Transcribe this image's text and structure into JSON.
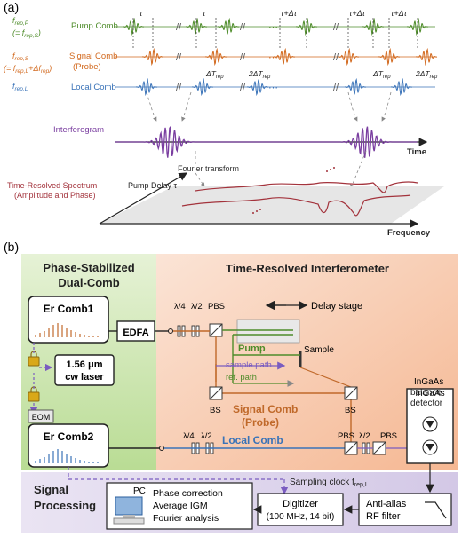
{
  "panel_a": {
    "label": "(a)",
    "frep_p": "f",
    "frep_p_sub": "rep,P",
    "frep_p_eq": "(= f",
    "frep_p_eq_sub": "rep,S",
    "frep_p_eq_end": ")",
    "frep_s": "f",
    "frep_s_sub": "rep,S",
    "frep_s_eq": "(= f",
    "frep_s_eq_sub": "rep,L",
    "frep_s_eq_end": "+Δf",
    "frep_s_eq_sub2": "rep",
    "frep_s_eq_close": ")",
    "frep_l": "f",
    "frep_l_sub": "rep,L",
    "pump_comb": "Pump Comb",
    "signal_comb": "Signal Comb",
    "probe": "(Probe)",
    "local_comb": "Local Comb",
    "interferogram": "Interferogram",
    "time": "Time",
    "fourier": "Fourier transform",
    "trs_line1": "Time-Resolved Spectrum",
    "trs_line2": "(Amplitude and Phase)",
    "pump_delay": "Pump Delay τ",
    "frequency": "Frequency",
    "tau": "τ",
    "tau_plus": "τ+Δτ",
    "dots": "⋯",
    "dtrep": "ΔT",
    "dtrep_sub": "rep",
    "two_dtrep": "2ΔT",
    "two_dtrep_sub": "rep"
  },
  "panel_b": {
    "label": "(b)",
    "phase_stab_1": "Phase-Stabilized",
    "phase_stab_2": "Dual-Comb",
    "tri_title": "Time-Resolved Interferometer",
    "er_comb1": "Er Comb1",
    "er_comb2": "Er Comb2",
    "edfa": "EDFA",
    "cw_1": "1.56 μm",
    "cw_2": "cw laser",
    "eom": "EOM",
    "lambda4": "λ/4",
    "lambda2": "λ/2",
    "pbs": "PBS",
    "delay_stage": "Delay stage",
    "pump": "Pump",
    "sample": "Sample",
    "sample_path": "sample path",
    "ref_path": "ref. path",
    "bs": "BS",
    "signal_comb": "Signal Comb",
    "probe": "(Probe)",
    "local_comb": "Local Comb",
    "ingaas_1": "InGaAs",
    "ingaas_2": "balance",
    "ingaas_3": "detector",
    "sampling_clock": "Sampling clock f",
    "sampling_clock_sub": "rep,L",
    "signal_processing_1": "Signal",
    "signal_processing_2": "Processing",
    "pc": "PC",
    "pc_1": "Phase correction",
    "pc_2": "Average IGM",
    "pc_3": "Fourier analysis",
    "digitizer_1": "Digitizer",
    "digitizer_2": "(100 MHz, 14 bit)",
    "antialias_1": "Anti-alias",
    "antialias_2": "RF filter"
  },
  "colors": {
    "pump_green": "#4e8c2a",
    "signal_orange": "#d2691e",
    "local_blue": "#3a73b8",
    "interferogram_purple": "#7a3ea0",
    "spectrum_red": "#a3333c",
    "green_panel": "#cfe6b4",
    "orange_panel": "#f8d2bc",
    "purple_panel": "#ddd6ea"
  }
}
